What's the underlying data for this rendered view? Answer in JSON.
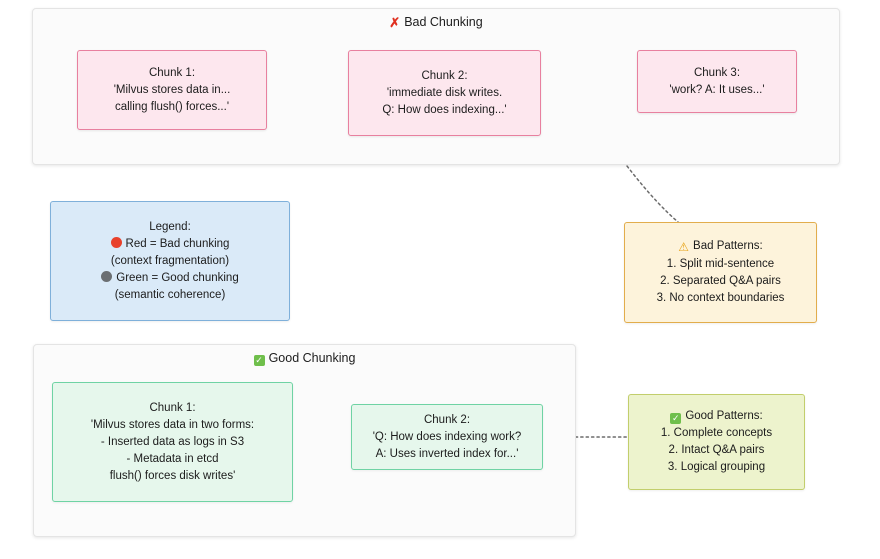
{
  "diagram": {
    "title_bad": "Bad Chunking",
    "title_bad_icon": "cross-mark-icon",
    "title_good": "Good Chunking",
    "title_good_icon": "check-mark-button-icon"
  },
  "bad_section": {
    "label": "Bad Chunking",
    "icon": "✗",
    "nodes": [
      {
        "name": "chunk-1",
        "lines": [
          "Chunk 1:",
          "'Milvus stores data in...",
          "calling flush() forces...'"
        ]
      },
      {
        "name": "chunk-2",
        "lines": [
          "Chunk 2:",
          "'immediate disk writes.",
          "Q: How does indexing...'"
        ]
      },
      {
        "name": "chunk-3",
        "lines": [
          "Chunk 3:",
          "'work? A: It uses...'"
        ]
      }
    ]
  },
  "good_section": {
    "label": "Good Chunking",
    "icon": "✅",
    "nodes": [
      {
        "name": "chunk-1",
        "lines": [
          "Chunk 1:",
          "'Milvus stores data in two forms:",
          "- Inserted data as logs in S3",
          "- Metadata in etcd",
          "flush() forces disk writes'"
        ]
      },
      {
        "name": "chunk-2",
        "lines": [
          "Chunk 2:",
          "'Q: How does indexing work?",
          "A: Uses inverted index for...'"
        ]
      }
    ]
  },
  "legend": {
    "title": "Legend:",
    "red_dot_icon": "red-circle-icon",
    "red_color": "#e8412c",
    "red_label": "Red = Bad chunking",
    "red_sub": "(context fragmentation)",
    "green_dot_icon": "gray-circle-icon",
    "green_color": "#6b6f72",
    "green_label": "Green = Good chunking",
    "green_sub": "(semantic coherence)"
  },
  "bad_patterns": {
    "icon": "⚠️",
    "title": "Bad Patterns:",
    "items": [
      "1. Split mid-sentence",
      "2. Separated Q&A pairs",
      "3. No context boundaries"
    ]
  },
  "good_patterns": {
    "icon": "✅",
    "title": "Good Patterns:",
    "items": [
      "1. Complete concepts",
      "2. Intact Q&A pairs",
      "3. Logical grouping"
    ]
  },
  "colors": {
    "bad_fill": "#fde7ee",
    "bad_stroke": "#e8809f",
    "good_fill": "#e6f7ec",
    "good_stroke": "#6fd3a4",
    "legend_fill": "#daeaf8",
    "legend_stroke": "#7fb0da",
    "warn_fill": "#fdf3db",
    "warn_stroke": "#e2ad4c",
    "okpat_fill": "#edf3cd",
    "okpat_stroke": "#c2ce6c",
    "edge": "#707070"
  }
}
